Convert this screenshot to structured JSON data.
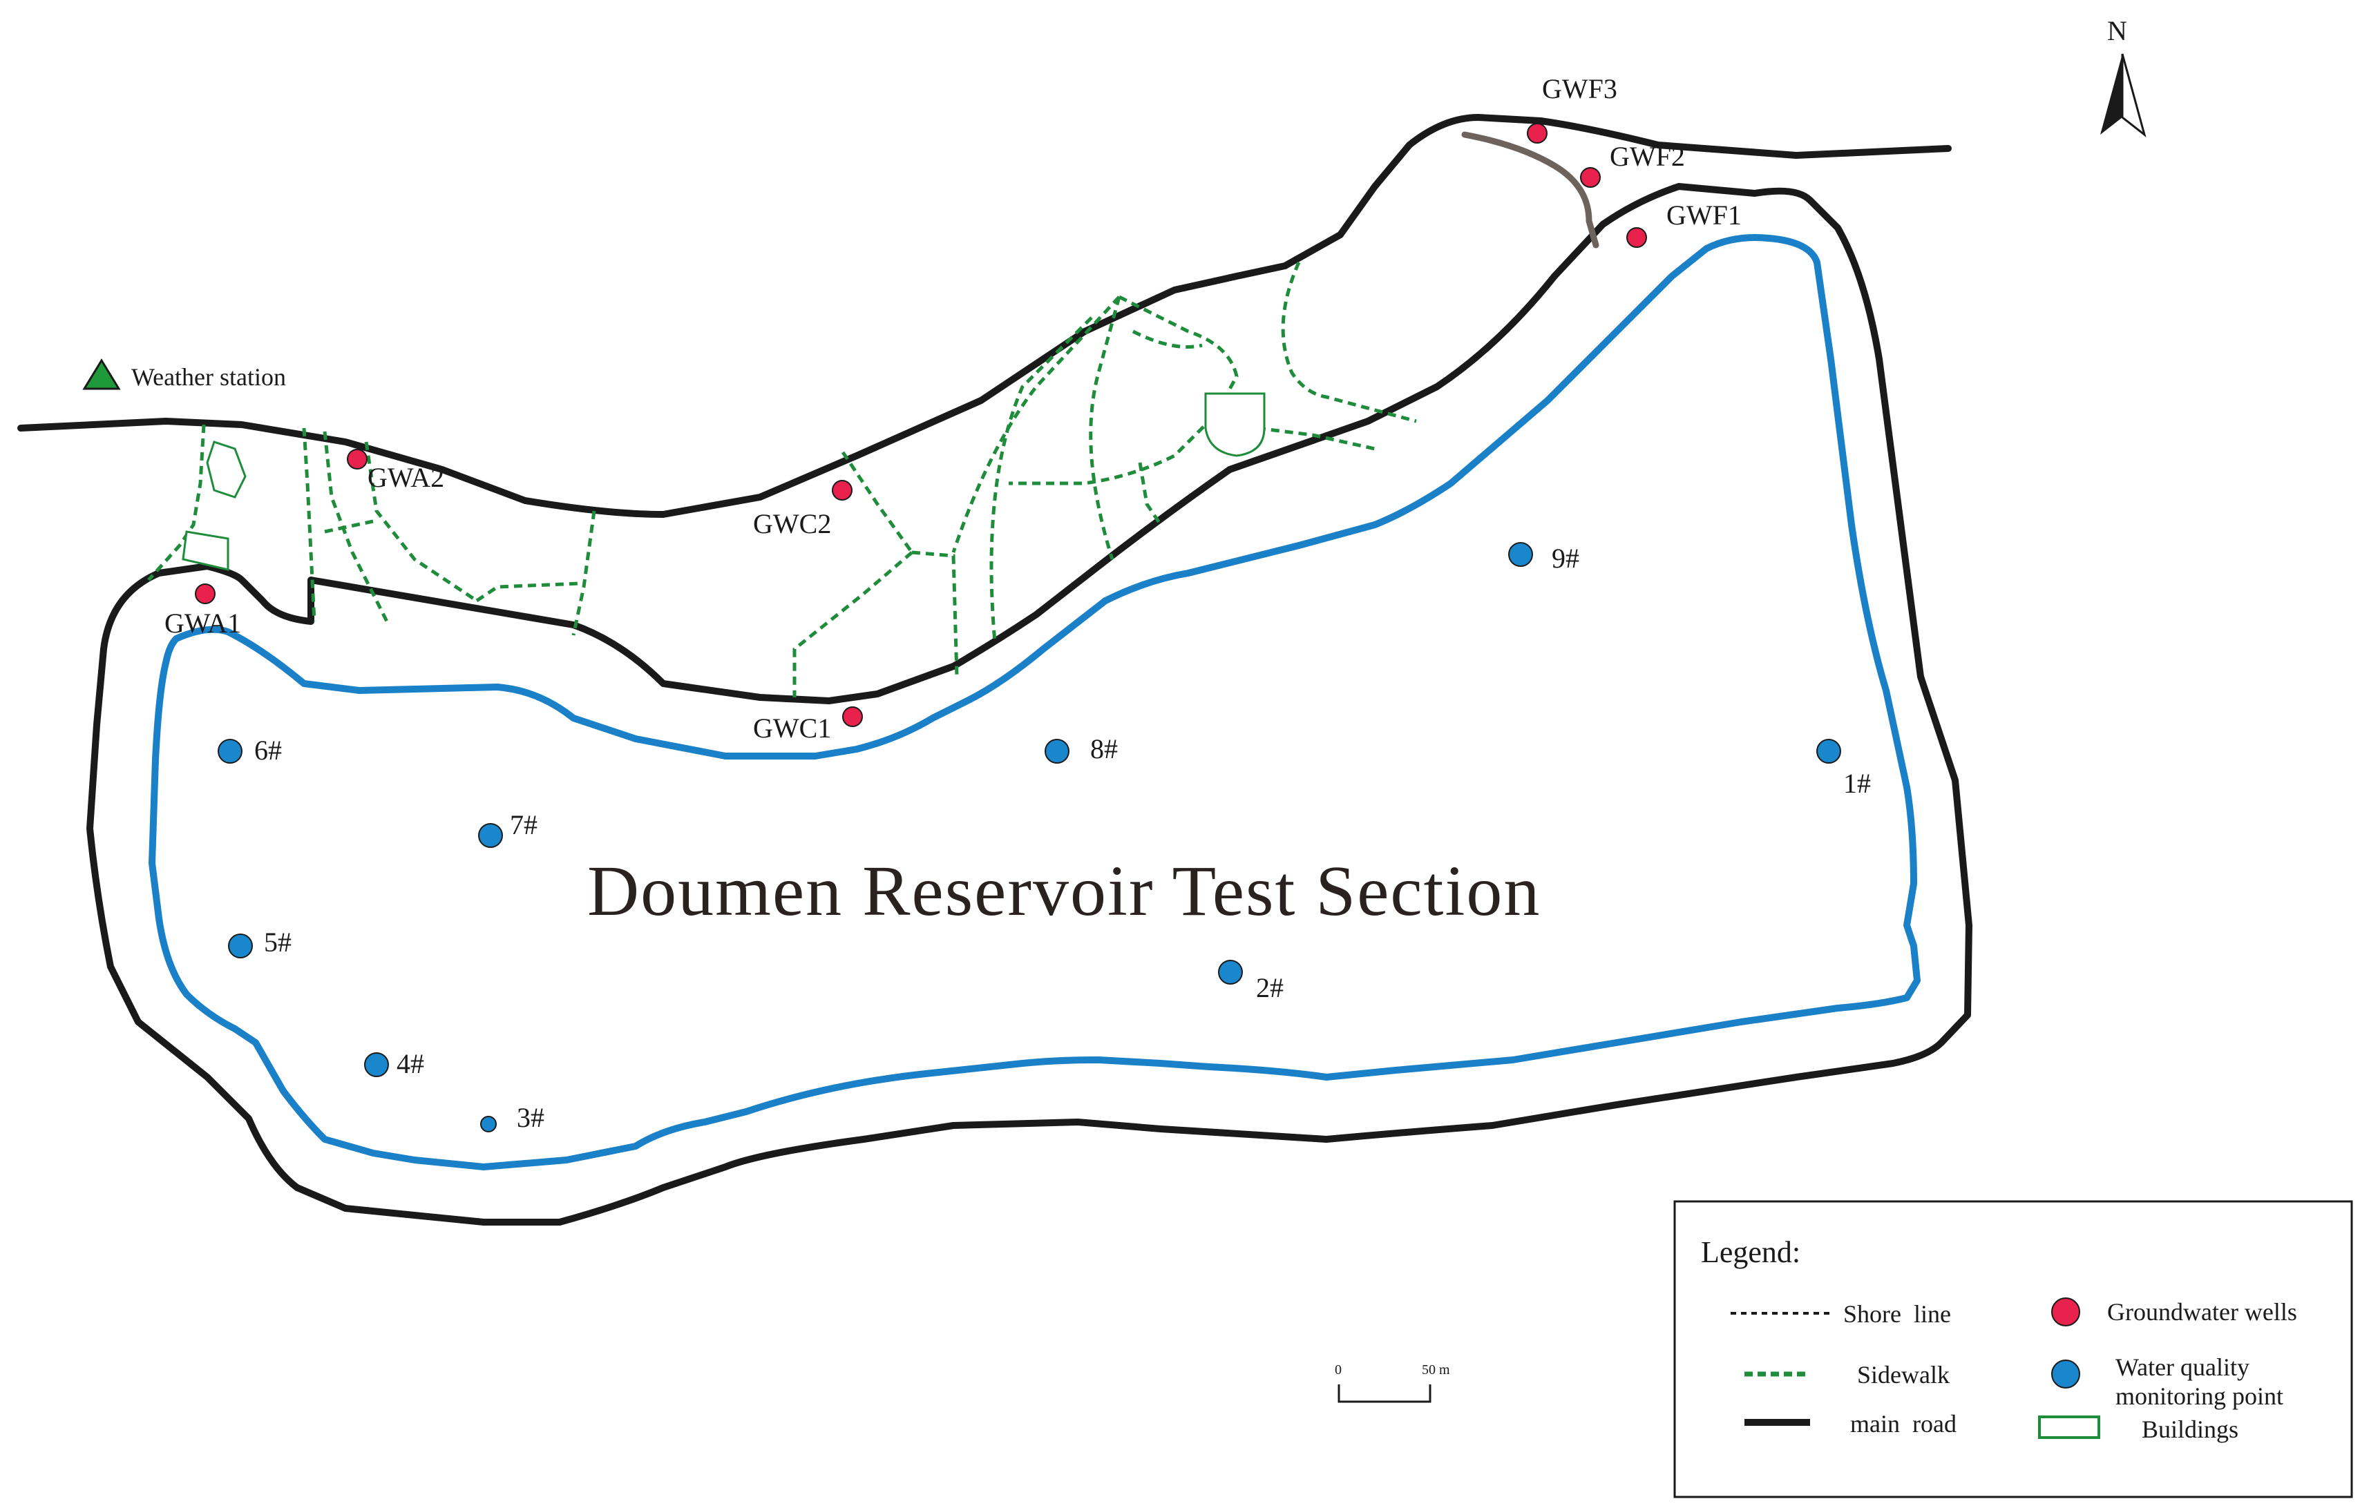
{
  "title": "Doumen Reservoir Test Section",
  "north_label": "N",
  "weather_station": {
    "label": "Weather station",
    "color": "#1e9a3a"
  },
  "groundwater_wells": {
    "color": "#e8224c",
    "items": [
      {
        "id": "GWF3"
      },
      {
        "id": "GWF2"
      },
      {
        "id": "GWF1"
      },
      {
        "id": "GWA2"
      },
      {
        "id": "GWC2"
      },
      {
        "id": "GWA1"
      },
      {
        "id": "GWC1"
      }
    ]
  },
  "water_quality_points": {
    "color": "#1a86cc",
    "items": [
      {
        "id": "1#"
      },
      {
        "id": "2#"
      },
      {
        "id": "3#"
      },
      {
        "id": "4#"
      },
      {
        "id": "5#"
      },
      {
        "id": "6#"
      },
      {
        "id": "7#"
      },
      {
        "id": "8#"
      },
      {
        "id": "9#"
      }
    ]
  },
  "scale_bar": {
    "start": "0",
    "end": "50 m"
  },
  "legend": {
    "title": "Legend:",
    "entries": [
      {
        "label": "Shore  line",
        "symbol": "dotted-black-line"
      },
      {
        "label": "Sidewalk",
        "symbol": "dashed-green-line"
      },
      {
        "label": "main  road",
        "symbol": "solid-black-line"
      },
      {
        "label": "Groundwater wells",
        "symbol": "red-circle"
      },
      {
        "label": "Water quality",
        "label2": "monitoring point",
        "symbol": "blue-circle"
      },
      {
        "label": "Buildings",
        "symbol": "green-rectangle"
      }
    ]
  },
  "colors": {
    "main_road": "#1a1a1a",
    "shore": "#1a80c8",
    "sidewalk": "#1e8c3a",
    "building": "#1e8c3a",
    "path": "#6e625c"
  }
}
